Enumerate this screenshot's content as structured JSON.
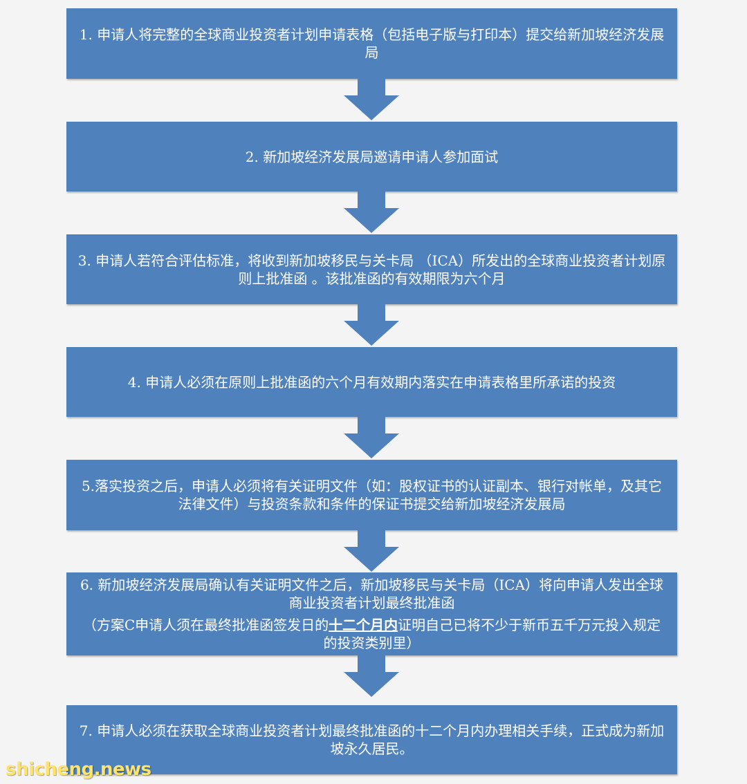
{
  "steps": [
    {
      "text": "1.  申请人将完整的全球商业投资者计划申请表格（包括电子版与打印本）提交给新加坡经济发展局"
    },
    {
      "text": "2.  新加坡经济发展局邀请申请人参加面试"
    },
    {
      "text": "3.  申请人若符合评估标准，将收到新加坡移民与关卡局 （ICA）所发出的全球商业投资者计划原则上批准函 。该批准函的有效期限为六个月"
    },
    {
      "text": "4.  申请人必须在原则上批准函的六个月有效期内落实在申请表格里所承诺的投资"
    },
    {
      "text": "5.落实投资之后，申请人必须将有关证明文件（如：股权证书的认证副本、银行对帐单，及其它法律文件）与投资条款和条件的保证书提交给新加坡经济发展局"
    },
    {
      "text": "6.  新加坡经济发展局确认有关证明文件之后，新加坡移民与关卡局（ICA）将向申请人发出全球商业投资者计划最终批准函",
      "note_before": "（方案C申请人须在最终批准函签发日的",
      "note_emphasis": "十二个月内",
      "note_after": "证明自己已将不少于新币五千万元投入规定的投资类别里）"
    },
    {
      "text": "7.  申请人必须在获取全球商业投资者计划最终批准函的十二个月内办理相关手续，正式成为新加坡永久居民。"
    }
  ],
  "watermark": "shicheng.news",
  "colors": {
    "box": "#4f81bd",
    "arrow": "#4f81bd",
    "background": "#f4f4f4",
    "watermark": "#ffe36b"
  }
}
